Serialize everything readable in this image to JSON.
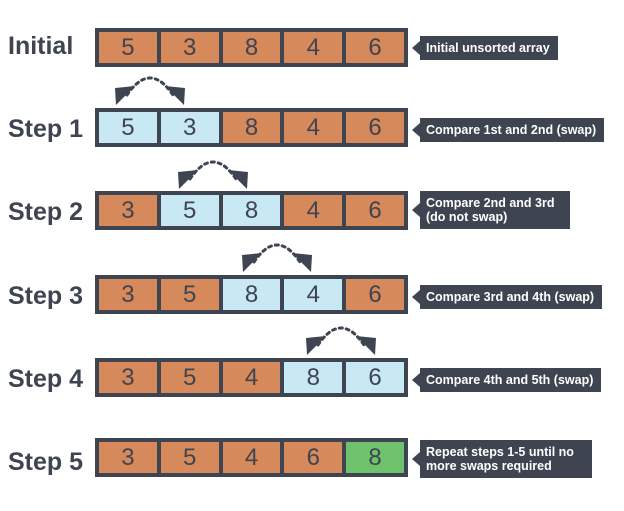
{
  "rows": [
    {
      "label": "Initial",
      "values": [
        "5",
        "3",
        "8",
        "4",
        "6"
      ],
      "note": "Initial unsorted array"
    },
    {
      "label": "Step 1",
      "values": [
        "5",
        "3",
        "8",
        "4",
        "6"
      ],
      "note": "Compare 1st and 2nd (swap)"
    },
    {
      "label": "Step 2",
      "values": [
        "3",
        "5",
        "8",
        "4",
        "6"
      ],
      "note": "Compare 2nd and 3rd (do not swap)"
    },
    {
      "label": "Step 3",
      "values": [
        "3",
        "5",
        "8",
        "4",
        "6"
      ],
      "note": "Compare 3rd and 4th (swap)"
    },
    {
      "label": "Step 4",
      "values": [
        "3",
        "5",
        "4",
        "8",
        "6"
      ],
      "note": "Compare 4th and 5th (swap)"
    },
    {
      "label": "Step 5",
      "values": [
        "3",
        "5",
        "4",
        "6",
        "8"
      ],
      "note": "Repeat steps 1-5 until no more swaps required"
    }
  ],
  "colors": {
    "unsorted": "#d6895a",
    "compared": "#c8e8f3",
    "sorted": "#6fc26c",
    "frame": "#3f4451"
  }
}
